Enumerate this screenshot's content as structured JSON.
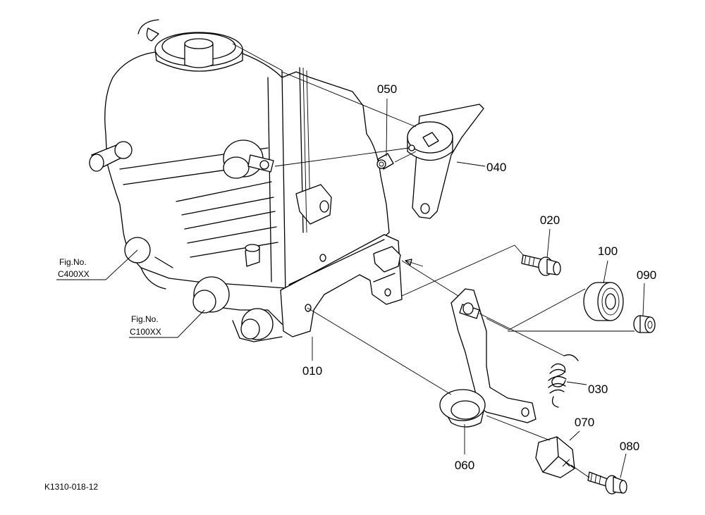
{
  "labels": {
    "p010": "010",
    "p020": "020",
    "p030": "030",
    "p040": "040",
    "p050": "050",
    "p060": "060",
    "p070": "070",
    "p080": "080",
    "p090": "090",
    "p100": "100"
  },
  "references": {
    "fig1_line1": "Fig.No.",
    "fig1_line2": "C400XX",
    "fig2_line1": "Fig.No.",
    "fig2_line2": "C100XX"
  },
  "drawing_number": "K1310-018-12"
}
